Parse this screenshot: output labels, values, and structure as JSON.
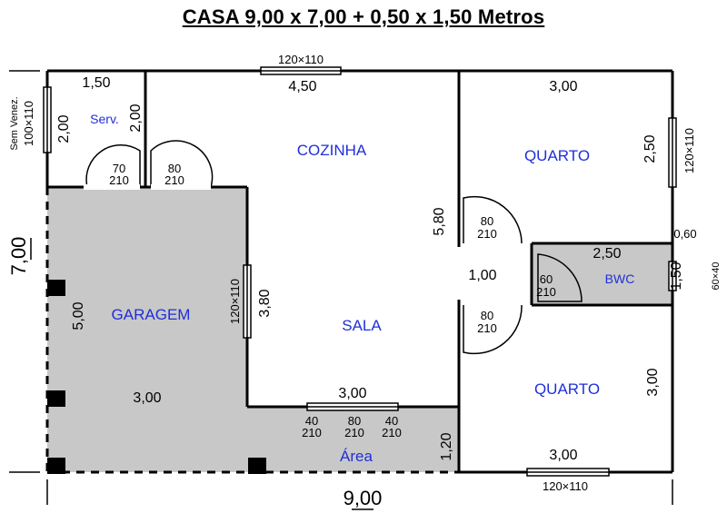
{
  "title": "CASA 9,00 x 7,00 + 0,50 x 1,50 Metros",
  "rooms": {
    "serv": "Serv.",
    "cozinha": "COZINHA",
    "quarto_top": "QUARTO",
    "garagem": "GARAGEM",
    "sala": "SALA",
    "bwc": "BWC",
    "quarto_bottom": "QUARTO",
    "area": "Área"
  },
  "dimensions": {
    "overall_width": "9,00",
    "overall_height": "7,00",
    "serv_width": "1,50",
    "serv_height": "2,00",
    "partition_height": "2,00",
    "cozinha_width": "4,50",
    "quarto_top_width": "3,00",
    "quarto_top_height": "2,50",
    "hall_height": "5,80",
    "bwc_offset": "0,60",
    "bwc_width": "2,50",
    "bwc_height": "1,50",
    "hall_width": "1,00",
    "garagem_height": "5,00",
    "garagem_wall": "3,80",
    "garagem_width": "3,00",
    "sala_bottom_width": "3,00",
    "area_height": "1,20",
    "quarto_bottom_height": "3,00",
    "quarto_bottom_width": "3,00"
  },
  "windows": {
    "top": "120×110",
    "serv_left_l1": "Sem Venez.",
    "serv_left_l2": "100×110",
    "quarto_right": "120×110",
    "garagem": "120×110",
    "bwc": "60×40",
    "bottom": "120×110"
  },
  "doors": {
    "d1_w": "70",
    "d1_h": "210",
    "d2_w": "80",
    "d2_h": "210",
    "quarto_w": "80",
    "quarto_h": "210",
    "bwc_w": "60",
    "bwc_h": "210",
    "quarto2_w": "80",
    "quarto2_h": "210",
    "area_a_w": "40",
    "area_a_h": "210",
    "area_b_w": "80",
    "area_b_h": "210",
    "area_c_w": "40",
    "area_c_h": "210"
  }
}
